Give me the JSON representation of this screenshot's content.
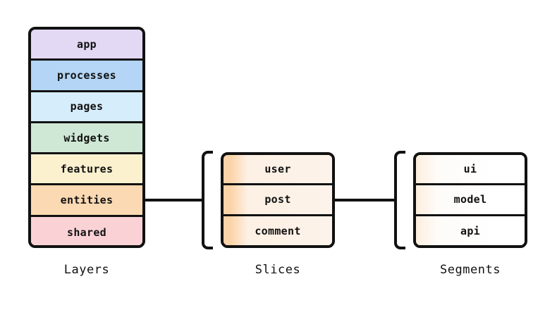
{
  "diagram": {
    "title": "Feature-Sliced Design structure",
    "background": "#ffffff",
    "line_color": "#111111"
  },
  "columns": {
    "layers": {
      "caption": "Layers",
      "items": [
        {
          "label": "app",
          "color": "#e4d9f5"
        },
        {
          "label": "processes",
          "color": "#b4d5f5"
        },
        {
          "label": "pages",
          "color": "#d6eefc"
        },
        {
          "label": "widgets",
          "color": "#cfe8d5"
        },
        {
          "label": "features",
          "color": "#fcf1cf"
        },
        {
          "label": "entities",
          "color": "#fbd9b3"
        },
        {
          "label": "shared",
          "color": "#fad2d6"
        }
      ]
    },
    "slices": {
      "caption": "Slices",
      "items": [
        {
          "label": "user"
        },
        {
          "label": "post"
        },
        {
          "label": "comment"
        }
      ]
    },
    "segments": {
      "caption": "Segments",
      "items": [
        {
          "label": "ui"
        },
        {
          "label": "model"
        },
        {
          "label": "api"
        }
      ]
    }
  }
}
